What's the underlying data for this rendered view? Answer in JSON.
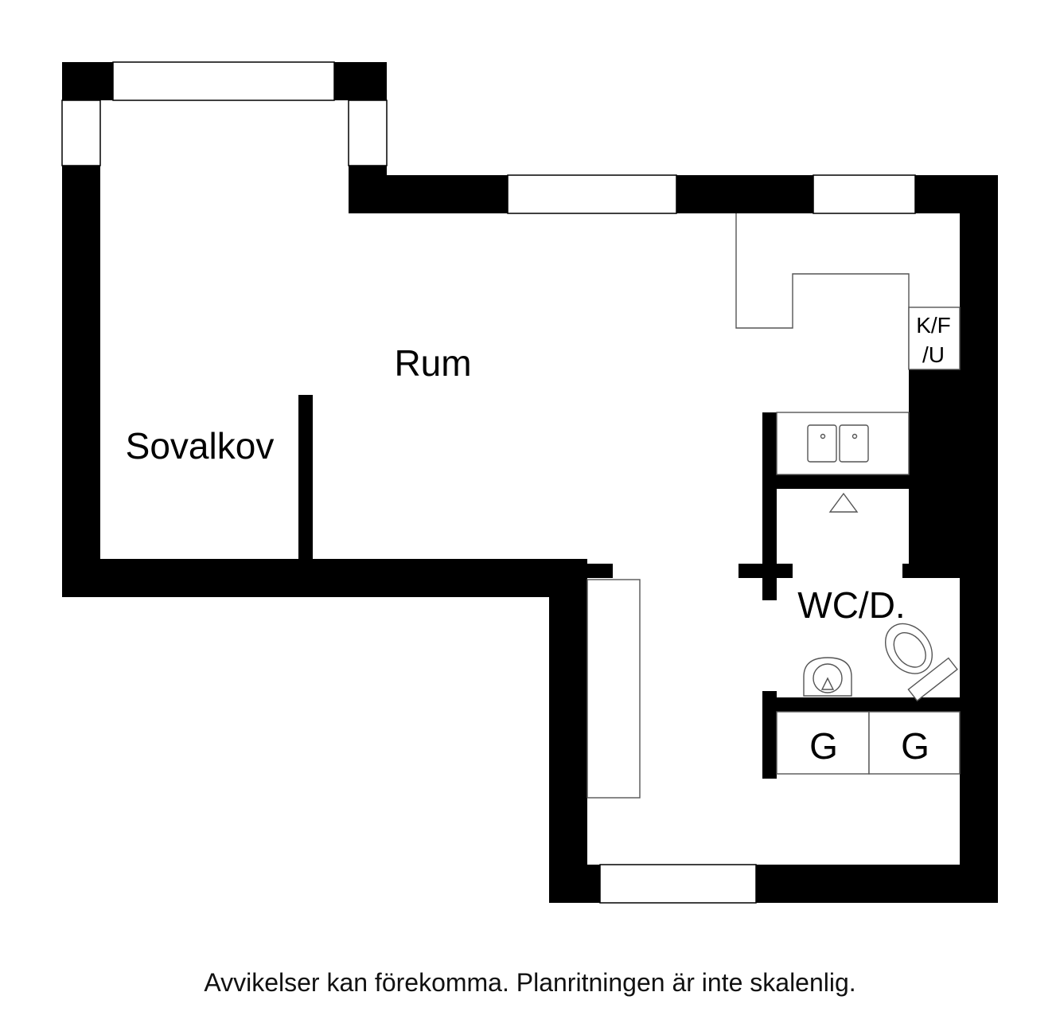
{
  "rooms": {
    "rum": "Rum",
    "sovalkov": "Sovalkov",
    "kfu_line1": "K/F",
    "kfu_line2": "/U",
    "wc": "WC/D.",
    "g1": "G",
    "g2": "G"
  },
  "caption": "Avvikelser kan förekomma. Planritningen är inte skalenlig.",
  "colors": {
    "wall": "#000000",
    "background": "#ffffff",
    "fixture_line": "#555555"
  }
}
